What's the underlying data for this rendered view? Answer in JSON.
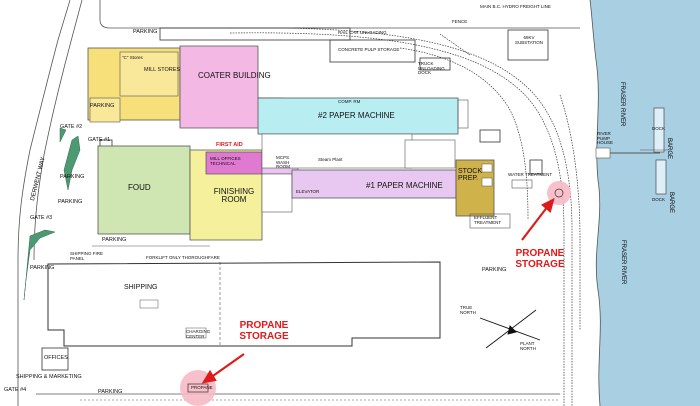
{
  "labels": {
    "hydro_line": "MAIN B.C. HYDRO FREIGHT LINE",
    "fence": "FENCE",
    "parking_top": "PARKING",
    "rail_car_unloading": "RAIL CAR UNLOADING",
    "concrete_pulp_storage": "CONCRETE PULP STORAGE",
    "truck_unloading_dock": "TRUCK UNLOADING DOCK",
    "substation": "69KV SUBSTATION",
    "c_stores": "\"C\" Stores",
    "mill_stores": "MILL STORES",
    "coater_building": "COATER BUILDING",
    "no2_paper_machine": "#2 PAPER MACHINE",
    "comp_rm": "COMP. RM",
    "parking_left": "PARKING",
    "gate2": "GATE #2",
    "gate1": "GATE #1",
    "derwent_way": "DERWENT WAY",
    "fiord": "FOUD",
    "finishing_room": "FINISHING ROOM",
    "first_aid": "FIRST AID",
    "mill_offices": "MILL OFFICES TECHNICAL",
    "mcps_wash_room": "MCPS WASH ROOM",
    "elevator": "ELEVATOR",
    "steam_plant": "Steam Plant",
    "no1_paper_machine": "#1 PAPER MACHINE",
    "stock_prep": "STOCK PREP.",
    "effluent_treatment": "EFFLUENT TREATMENT",
    "water_treatment": "WATER TREATMENT",
    "river_pump_house": "RIVER PUMP HOUSE",
    "dock1": "DOCK",
    "dock2": "DOCK",
    "barge1": "BARGE",
    "barge2": "BARGE",
    "fraser_river1": "FRASER RIVER",
    "fraser_river2": "FRASER RIVER",
    "gate3": "GATE #3",
    "parking_mid_left": "PARKING",
    "parking_mid": "PARKING",
    "parking_g3": "PARKING",
    "parking_lower": "PARKING",
    "parking_right": "PARKING",
    "shipping_fire_panel": "SHIPPING FIRE PANEL",
    "forklift_only": "FORKLIFT ONLY THOROUGHFARE",
    "shipping": "SHIPPING",
    "true_north": "TRUE NORTH",
    "plant_north": "PLANT NORTH",
    "offices": "OFFICES",
    "shipping_marketing": "SHIPPING & MARKETING",
    "gate4": "GATE #4",
    "parking_bottom": "PARKING",
    "propane_small": "PROPANE",
    "charging_center": "CHARGING CENTER"
  },
  "callouts": {
    "propane_right_1": "PROPANE",
    "propane_right_2": "STORAGE",
    "propane_bottom_1": "PROPANE",
    "propane_bottom_2": "STORAGE"
  },
  "colors": {
    "coater_building": "#f4b8e4",
    "paper_machine_2": "#b8eef2",
    "paper_machine_1": "#e8c8f0",
    "stores": "#f7df7a",
    "foud": "#cfe6b2",
    "finishing_room": "#f5f09c",
    "stock_prep": "#cfb24a",
    "first_aid_building": "#e07ad0",
    "river": "#a9cfe3",
    "highlight": "#f6b9c4",
    "callout_red": "#e01a1a",
    "green_berm": "#4d9a72"
  }
}
